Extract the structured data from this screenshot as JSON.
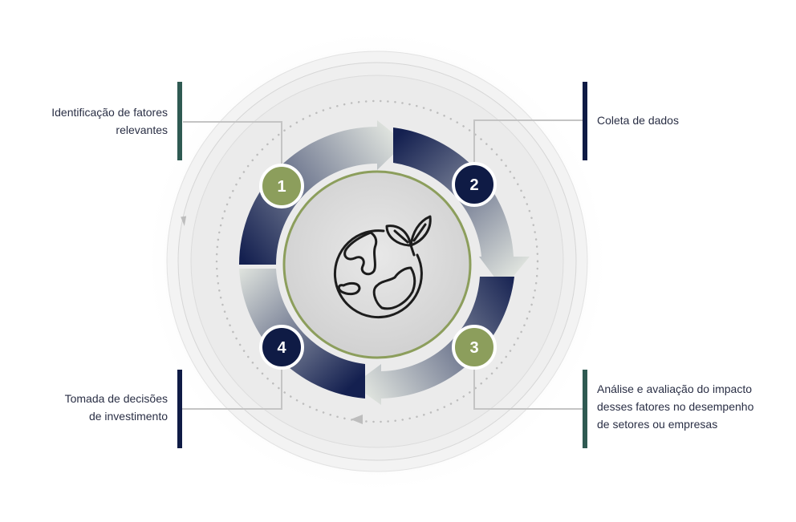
{
  "colors": {
    "navy": "#0f1b45",
    "olive": "#8c9e5c",
    "teal": "#2f5a52",
    "connector": "#c4c4c4",
    "text": "#2a2f45"
  },
  "center": {
    "icon": "globe-leaf-icon"
  },
  "steps": [
    {
      "number": "1",
      "lines": [
        "Identificação de fatores",
        "relevantes"
      ]
    },
    {
      "number": "2",
      "lines": [
        "Coleta de dados"
      ]
    },
    {
      "number": "3",
      "lines": [
        "Análise e avaliação do impacto",
        "desses fatores no desempenho",
        "de setores ou empresas"
      ]
    },
    {
      "number": "4",
      "lines": [
        "Tomada de decisões",
        "de investimento"
      ]
    }
  ]
}
